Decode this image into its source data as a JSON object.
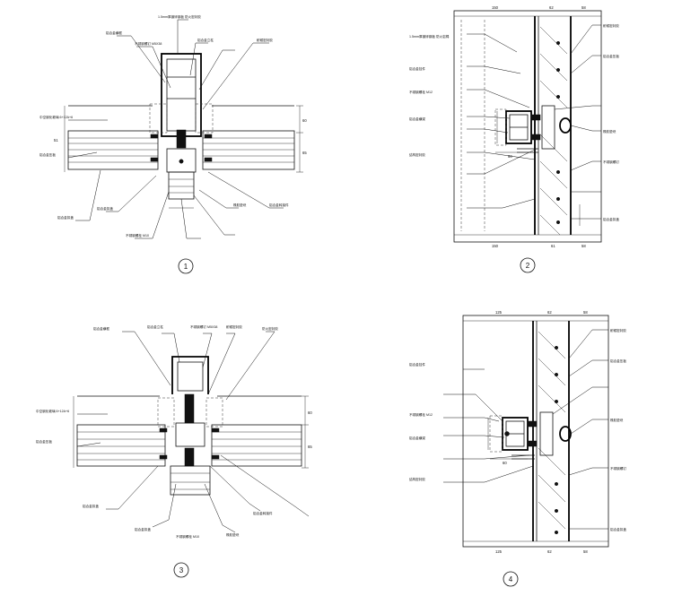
{
  "sheet": {
    "details": [
      {
        "id": "1",
        "labels_top": [
          "1.5mm厚镀锌钢板 防火密封胶",
          "铝合金横框",
          "不锈钢螺钉 M5X38",
          "铝合金立柱",
          "耐候密封胶"
        ],
        "labels_left": [
          "中空钢化玻璃 6+12A+6",
          "铝合金压板",
          "铝合金扣盖"
        ],
        "labels_bottom": [
          "铝合金扣盖",
          "不锈钢螺栓 M10",
          "橡胶垫块",
          "铝合金转接件"
        ],
        "dims": [
          "51",
          "60",
          "65"
        ]
      },
      {
        "id": "2",
        "labels_left": [
          "1.5mm厚镀锌钢板 防火岩棉",
          "铝合金挂件",
          "不锈钢螺栓 M12",
          "铝合金横梁",
          "结构密封胶"
        ],
        "labels_right": [
          "耐候密封胶",
          "铝合金压板",
          "橡胶垫块",
          "不锈钢螺钉",
          "铝合金扣盖"
        ],
        "dims_top": [
          "150",
          "62",
          "58"
        ],
        "dims_bottom": [
          "150",
          "61",
          "58"
        ],
        "dims_mid": [
          "60"
        ]
      },
      {
        "id": "3",
        "labels_top": [
          "铝合金横框",
          "铝合金立柱",
          "不锈钢螺钉 M5X38",
          "耐候密封胶",
          "防火密封胶"
        ],
        "labels_left": [
          "中空钢化玻璃 6+12A+6",
          "铝合金压板",
          "铝合金扣盖"
        ],
        "labels_bottom": [
          "铝合金扣盖",
          "不锈钢螺栓 M10",
          "铝合金转接件",
          "橡胶垫块"
        ],
        "dims": [
          "60",
          "65"
        ]
      },
      {
        "id": "4",
        "labels_left": [
          "铝合金挂件",
          "不锈钢螺栓 M12",
          "铝合金横梁",
          "结构密封胶"
        ],
        "labels_right": [
          "耐候密封胶",
          "铝合金压板",
          "橡胶垫块",
          "不锈钢螺钉",
          "铝合金扣盖"
        ],
        "dims_top": [
          "125",
          "62",
          "58"
        ],
        "dims_bottom": [
          "125",
          "62",
          "58"
        ],
        "dims_mid": [
          "60"
        ]
      }
    ]
  }
}
